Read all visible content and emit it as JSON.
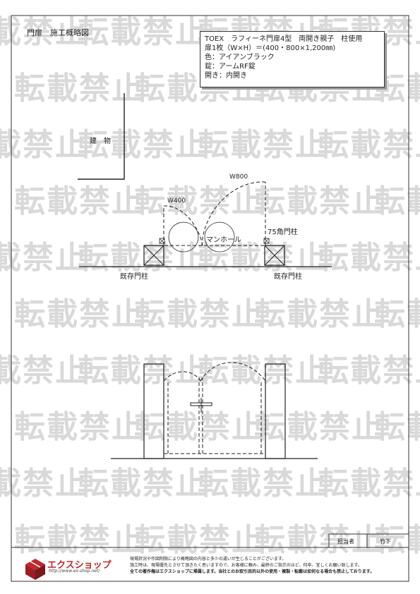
{
  "sheet": {
    "title": "門扉　施工概略図"
  },
  "product_info": {
    "lines": [
      "TOEX　ラフィーネ門扉4型　両開き親子　柱使用",
      "扉1枚（W×H）＝(400・800×1,200㎜)",
      "色：アイアンブラック",
      "錠：アームRF錠",
      "開き：内開き"
    ]
  },
  "plan_view": {
    "building_label": "建　物",
    "w_small": "W400",
    "w_large": "W800",
    "manhole": "マンホール",
    "post_label": "75角門柱",
    "left_pillar": "既存門柱",
    "right_pillar": "既存門柱"
  },
  "watermark": "転載禁止",
  "footer": {
    "stamp_label": "担当者",
    "stamp_name": "竹下",
    "logo_name": "エクスショップ",
    "logo_url": "http://www.ex-shop.net/",
    "notes": [
      "現場状況や作図制限により概略図の内容と多少の違いが生じることがございます。",
      "施工時は、現場優先とさせて頂きたく思いますので、お客様に頼み、最終のご指示のほど、何卒、宜しくお願い致します。",
      "全ての著作権はエクスショップに帰属します。当社とのお取引目的以外の使用・複製・転載は如何なる場合も禁止しております。"
    ]
  },
  "colors": {
    "line": "#222222",
    "watermark": "#d9d9d9",
    "brand": "#c0282d"
  }
}
